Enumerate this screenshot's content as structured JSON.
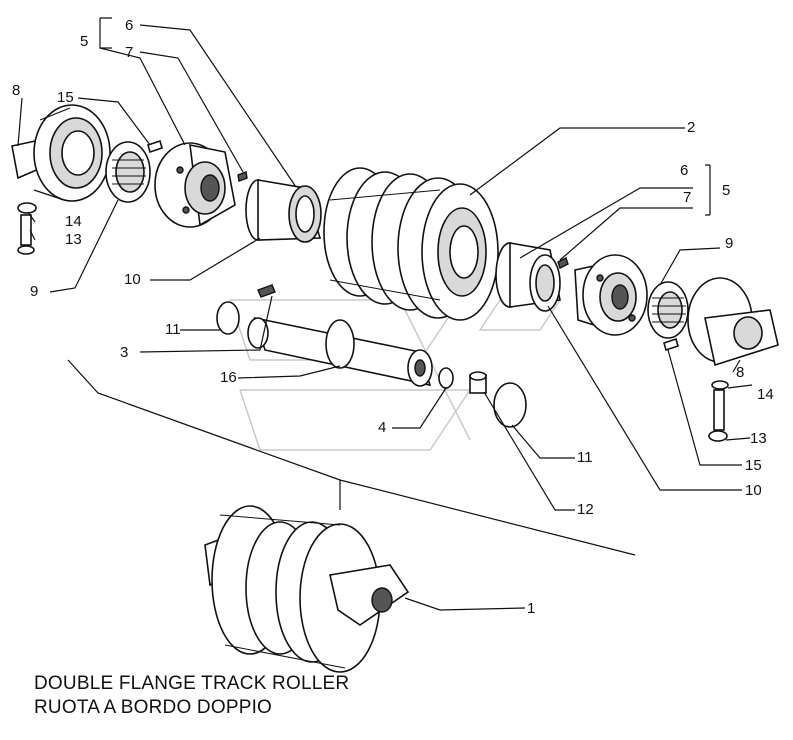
{
  "caption": {
    "line1": "DOUBLE FLANGE TRACK ROLLER",
    "line2": "RUOTA A BORDO DOPPIO"
  },
  "labels": {
    "l1": "1",
    "l2": "2",
    "l3": "3",
    "l4": "4",
    "l5a": "5",
    "l5b": "5",
    "l6a": "6",
    "l6b": "6",
    "l7a": "7",
    "l7b": "7",
    "l8a": "8",
    "l8b": "8",
    "l9a": "9",
    "l9b": "9",
    "l10a": "10",
    "l10b": "10",
    "l11a": "11",
    "l11b": "11",
    "l12": "12",
    "l13a": "13",
    "l13b": "13",
    "l14a": "14",
    "l14b": "14",
    "l15a": "15",
    "l15b": "15",
    "l16": "16"
  }
}
